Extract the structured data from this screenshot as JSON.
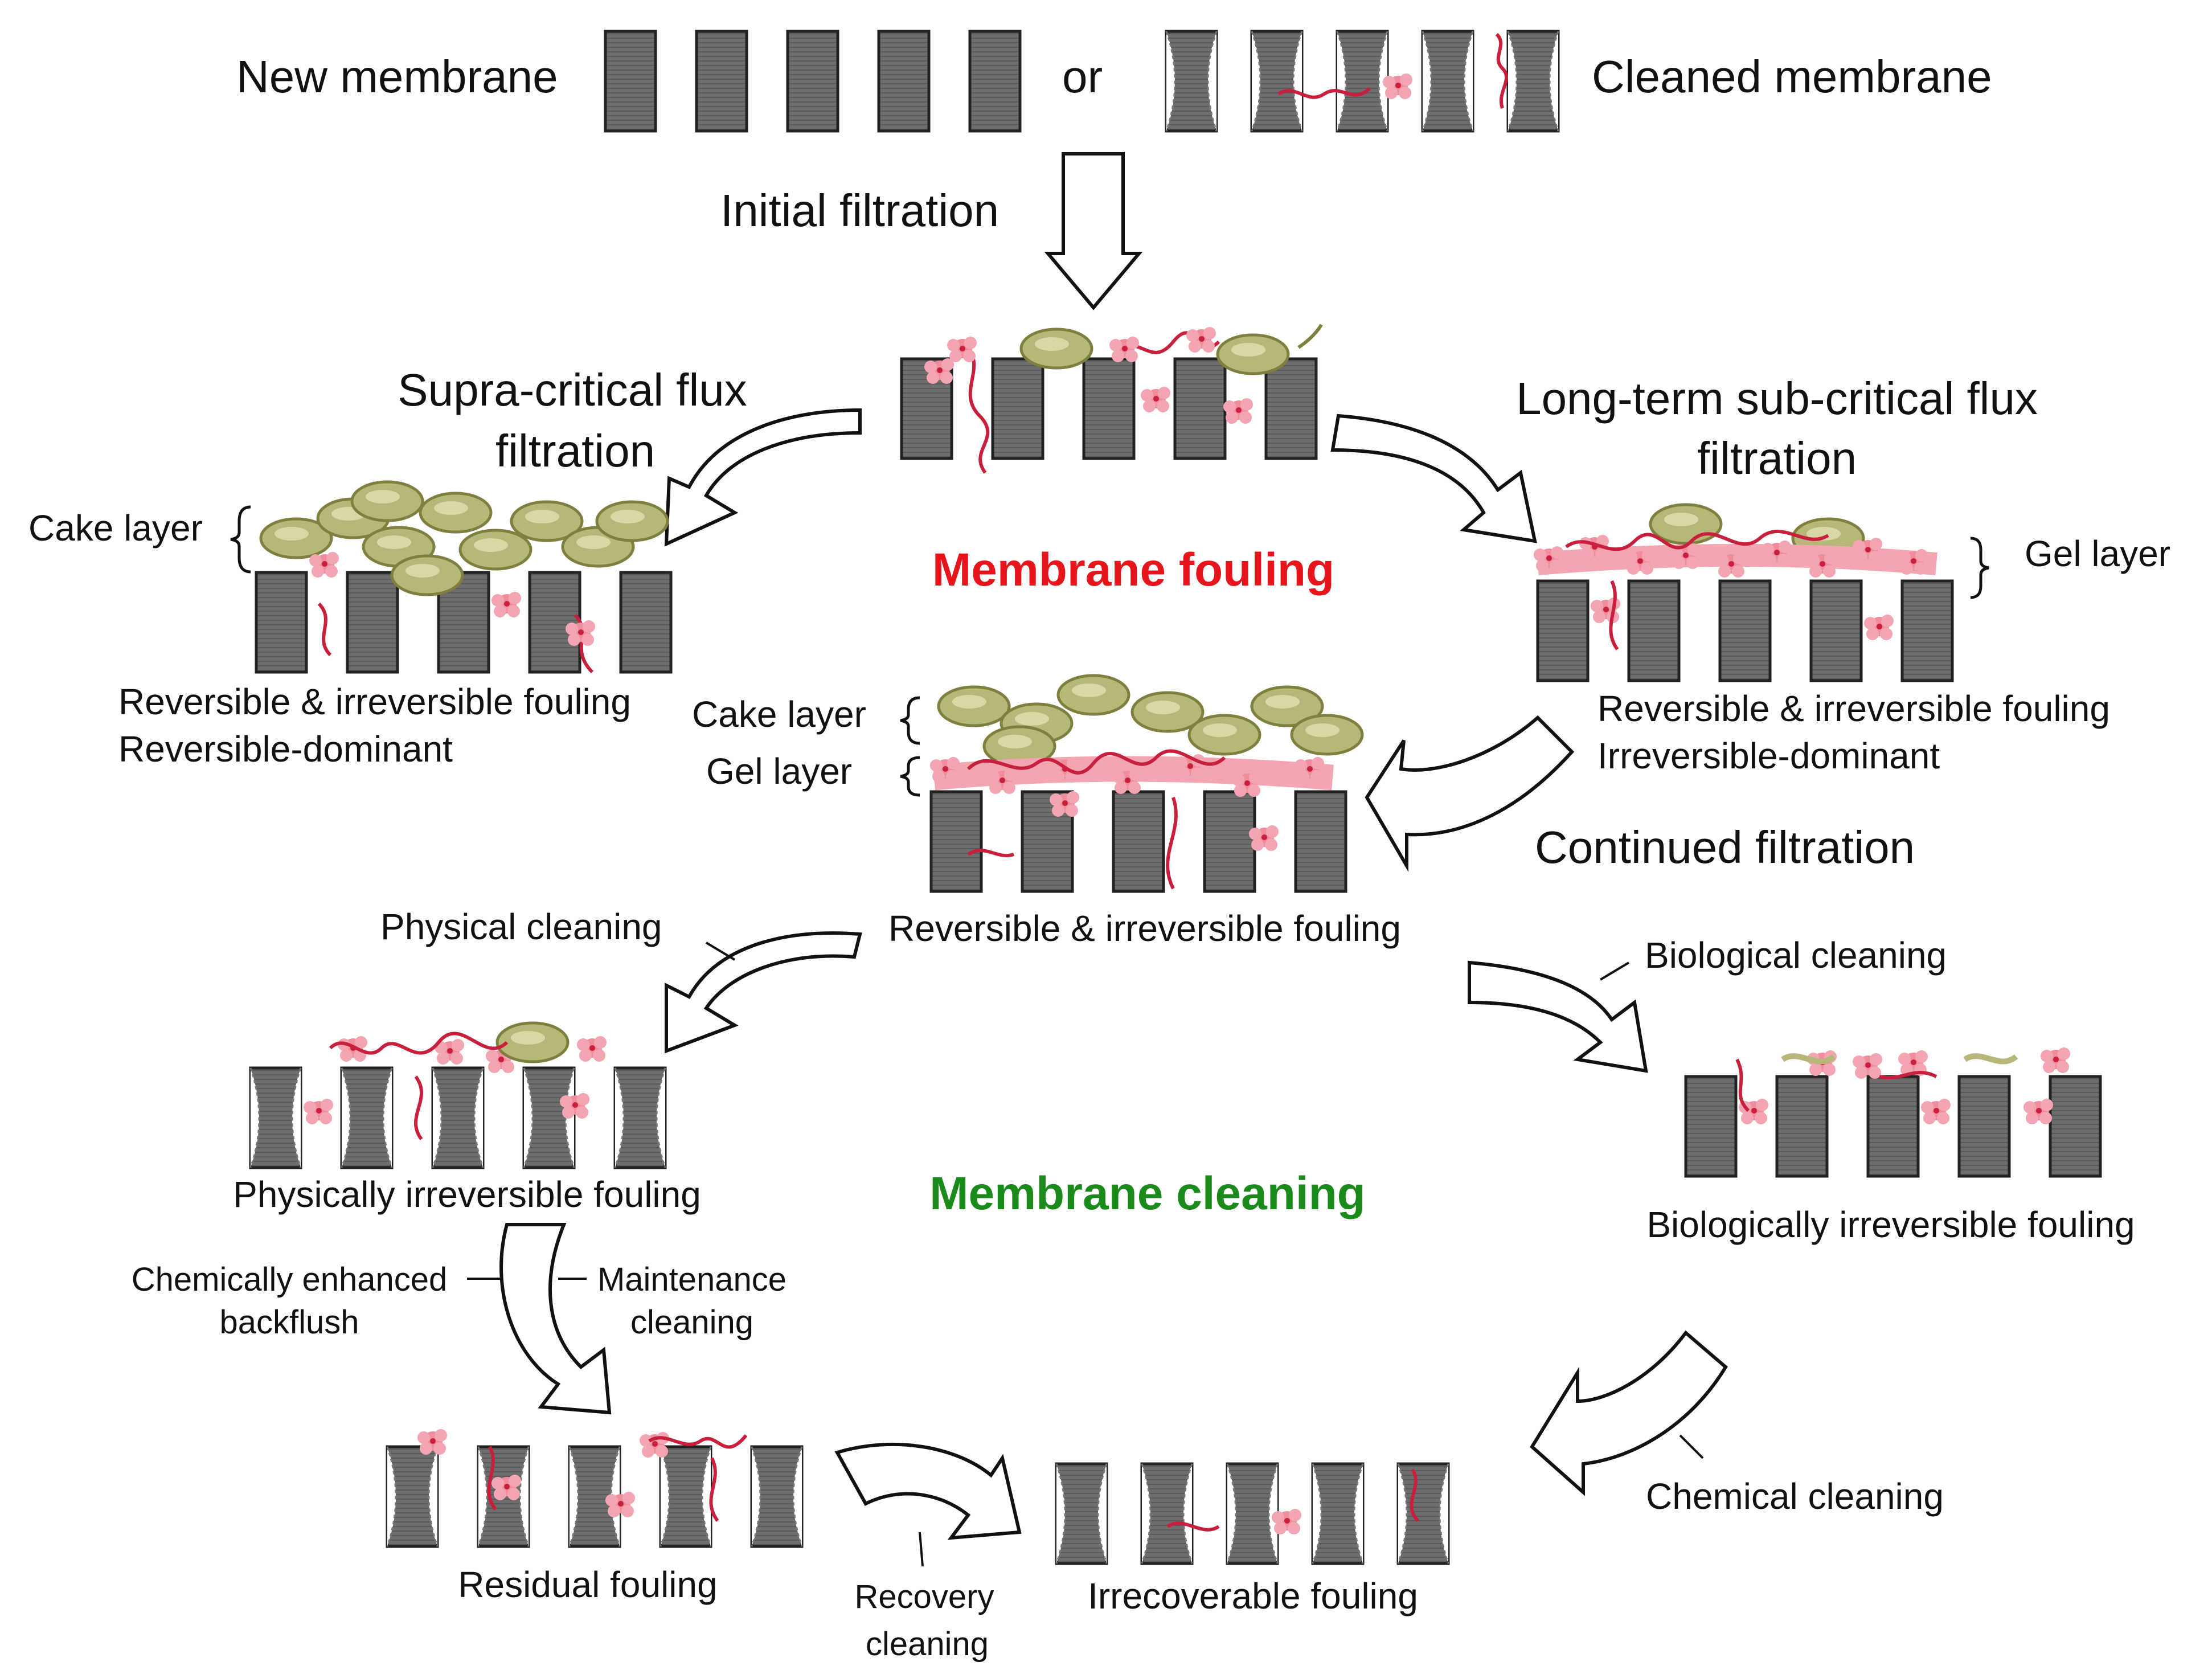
{
  "labels": {
    "new_membrane": "New membrane",
    "or": "or",
    "cleaned_membrane": "Cleaned membrane",
    "initial_filtration": "Initial filtration",
    "supra_line1": "Supra-critical flux",
    "supra_line2": "filtration",
    "long_line1": "Long-term sub-critical flux",
    "long_line2": "filtration",
    "membrane_fouling": "Membrane fouling",
    "cake_layer_left": "Cake layer",
    "gel_layer_right": "Gel layer",
    "rev_irrev_left": "Reversible & irreversible fouling",
    "rev_dominant": "Reversible-dominant",
    "rev_irrev_right": "Reversible & irreversible fouling",
    "irrev_dominant": "Irreversible-dominant",
    "cake_layer_center": "Cake layer",
    "gel_layer_center": "Gel layer",
    "continued_filtration": "Continued filtration",
    "rev_irrev_center": "Reversible & irreversible fouling",
    "physical_cleaning": "Physical cleaning",
    "biological_cleaning": "Biological cleaning",
    "physically_irrev": "Physically irreversible fouling",
    "membrane_cleaning": "Membrane cleaning",
    "biologically_irrev": "Biologically irreversible fouling",
    "ceb_line1": "Chemically enhanced",
    "ceb_line2": "backflush",
    "maint_line1": "Maintenance",
    "maint_line2": "cleaning",
    "chemical_cleaning": "Chemical cleaning",
    "residual_fouling": "Residual fouling",
    "recovery_line1": "Recovery",
    "recovery_line2": "cleaning",
    "irrecoverable_fouling": "Irrecoverable fouling"
  },
  "colors": {
    "fouling_title": "#e8141c",
    "cleaning_title": "#1a8a1a",
    "membrane_gray": "#6b6b6b",
    "foulant_pink": "#f08c9c",
    "polymer_red": "#c8203c",
    "cake_olive": "#b7b77a"
  }
}
